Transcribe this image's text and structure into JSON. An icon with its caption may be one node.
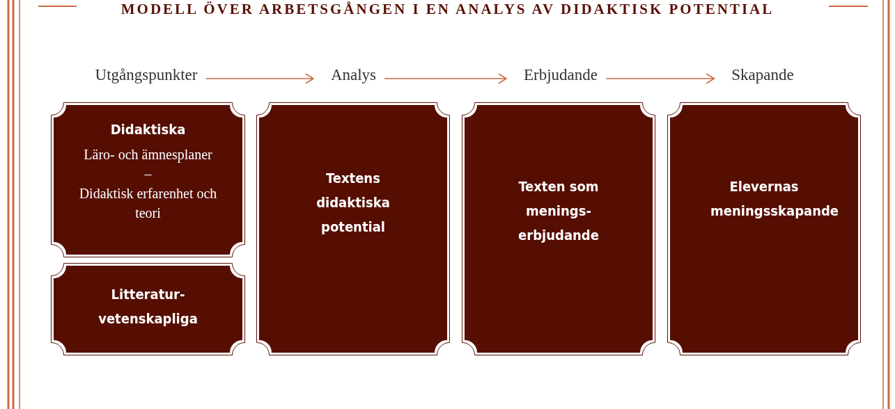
{
  "diagram": {
    "title": "MODELL ÖVER ARBETSGÅNGEN I EN ANALYS AV DIDAKTISK POTENTIAL",
    "nodes": [
      {
        "text": [
          "Utgångspunkter"
        ]
      },
      {
        "text": [
          "Analys"
        ]
      },
      {
        "text": [
          "Erbjudande"
        ]
      },
      {
        "text": [
          "Skapande"
        ]
      },
      {
        "text": [
          "Didaktiska",
          "Läro- och ämnesplaner",
          "–",
          "Didaktisk erfarenhet och teori"
        ]
      },
      {
        "text": [
          "Litteratur- vetenskapliga"
        ]
      },
      {
        "text": [
          "Textens didaktiska potential"
        ]
      },
      {
        "text": [
          "Texten som menings- erbjudande"
        ]
      },
      {
        "text": [
          "Elevernas meningsskapande"
        ]
      }
    ],
    "edges": [
      {
        "from": 0,
        "to": 1,
        "arrow": "to"
      },
      {
        "from": 1,
        "to": 2,
        "arrow": "to"
      },
      {
        "from": 2,
        "to": 3,
        "arrow": "to"
      }
    ]
  }
}
